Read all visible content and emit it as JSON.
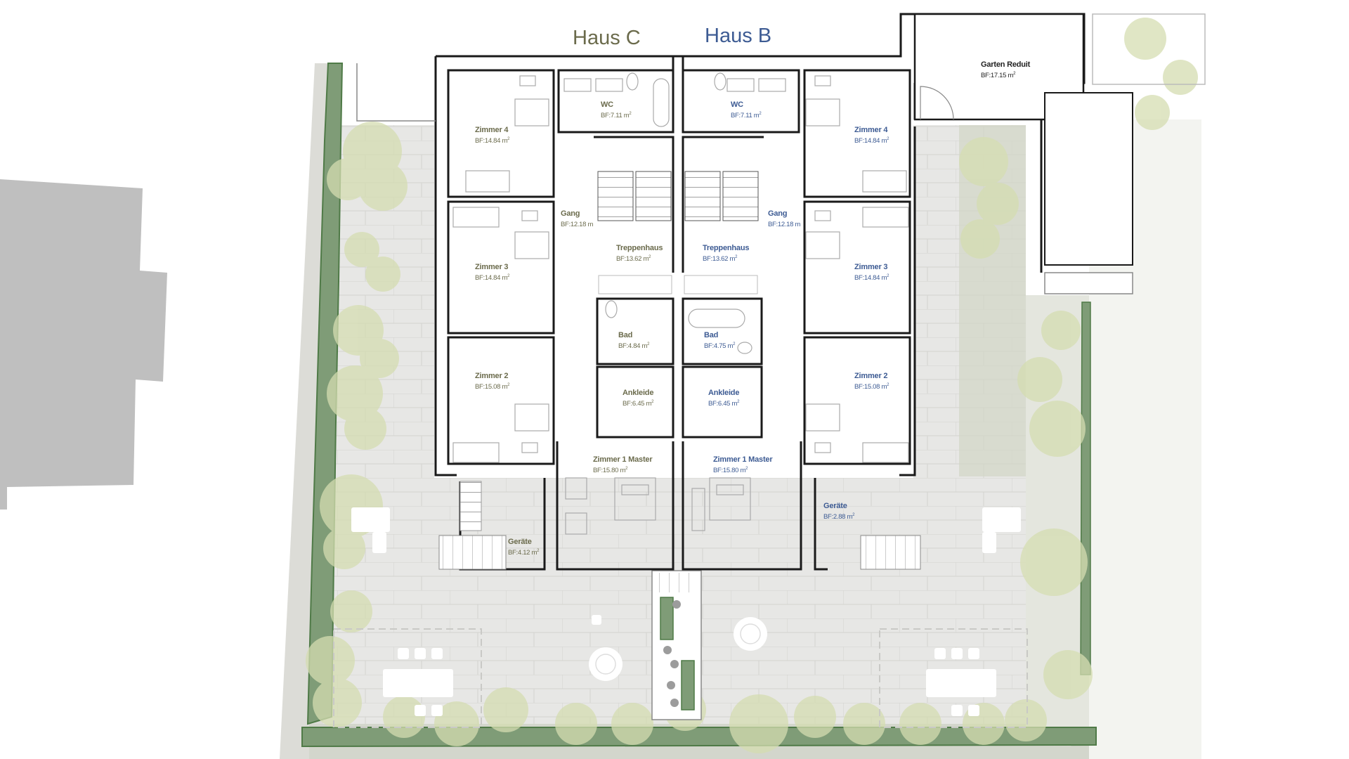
{
  "plan": {
    "type": "architectural-floor-plan",
    "colors": {
      "haus_c": "#6b6b4c",
      "haus_b": "#3d5b93",
      "wall": "#1a1a1a",
      "neighbor_building": "#bfbfbf",
      "hedge": "#7f9c77",
      "hedge_outline": "#4f7a47",
      "tree_canopy": "#d8dfb8",
      "paving": "#e6e6e4",
      "gravel_strip": "#d6d8d1"
    },
    "houses": [
      {
        "id": "C",
        "title": "Haus C"
      },
      {
        "id": "B",
        "title": "Haus B"
      }
    ]
  },
  "haus_c": {
    "title": "Haus C",
    "rooms": {
      "zimmer4": {
        "name": "Zimmer 4",
        "area": "BF:14.84 m"
      },
      "wc": {
        "name": "WC",
        "area": "BF:7.11 m"
      },
      "gang": {
        "name": "Gang",
        "area": "BF:12.18 m"
      },
      "treppenhaus": {
        "name": "Treppenhaus",
        "area": "BF:13.62 m"
      },
      "zimmer3": {
        "name": "Zimmer 3",
        "area": "BF:14.84 m"
      },
      "bad": {
        "name": "Bad",
        "area": "BF:4.84 m"
      },
      "zimmer2": {
        "name": "Zimmer 2",
        "area": "BF:15.08 m"
      },
      "ankleide": {
        "name": "Ankleide",
        "area": "BF:6.45 m"
      },
      "zimmer1": {
        "name": "Zimmer 1 Master",
        "area": "BF:15.80 m"
      },
      "geraete": {
        "name": "Geräte",
        "area": "BF:4.12 m"
      }
    }
  },
  "haus_b": {
    "title": "Haus B",
    "rooms": {
      "wc": {
        "name": "WC",
        "area": "BF:7.11 m"
      },
      "zimmer4": {
        "name": "Zimmer 4",
        "area": "BF:14.84 m"
      },
      "gang": {
        "name": "Gang",
        "area": "BF:12.18 m"
      },
      "treppenhaus": {
        "name": "Treppenhaus",
        "area": "BF:13.62 m"
      },
      "zimmer3": {
        "name": "Zimmer 3",
        "area": "BF:14.84 m"
      },
      "bad": {
        "name": "Bad",
        "area": "BF:4.75 m"
      },
      "zimmer2": {
        "name": "Zimmer 2",
        "area": "BF:15.08 m"
      },
      "ankleide": {
        "name": "Ankleide",
        "area": "BF:6.45 m"
      },
      "zimmer1": {
        "name": "Zimmer 1 Master",
        "area": "BF:15.80 m"
      },
      "geraete": {
        "name": "Geräte",
        "area": "BF:2.88 m"
      }
    }
  },
  "shared": {
    "garten_reduit": {
      "name": "Garten Reduit",
      "area": "BF:17.15 m"
    }
  },
  "units": {
    "area_superscript": "2"
  }
}
